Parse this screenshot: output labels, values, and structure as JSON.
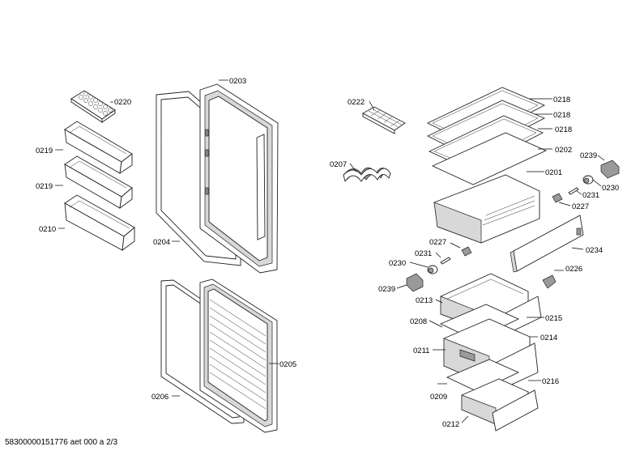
{
  "labels": {
    "l0203": "0203",
    "l0220": "0220",
    "l0219a": "0219",
    "l0219b": "0219",
    "l0210": "0210",
    "l0204": "0204",
    "l0205": "0205",
    "l0206": "0206",
    "l0222": "0222",
    "l0207": "0207",
    "l0218a": "0218",
    "l0218b": "0218",
    "l0218c": "0218",
    "l0202": "0202",
    "l0201": "0201",
    "l0239a": "0239",
    "l0231a": "0231",
    "l0230a": "0230",
    "l0227a": "0227",
    "l0227b": "0227",
    "l0231b": "0231",
    "l0230b": "0230",
    "l0234": "0234",
    "l0226": "0226",
    "l0239b": "0239",
    "l0213": "0213",
    "l0215": "0215",
    "l0208": "0208",
    "l0214": "0214",
    "l0211": "0211",
    "l0216": "0216",
    "l0209": "0209",
    "l0212": "0212"
  },
  "footer": "58300000151776 aet 000 a 2/3"
}
